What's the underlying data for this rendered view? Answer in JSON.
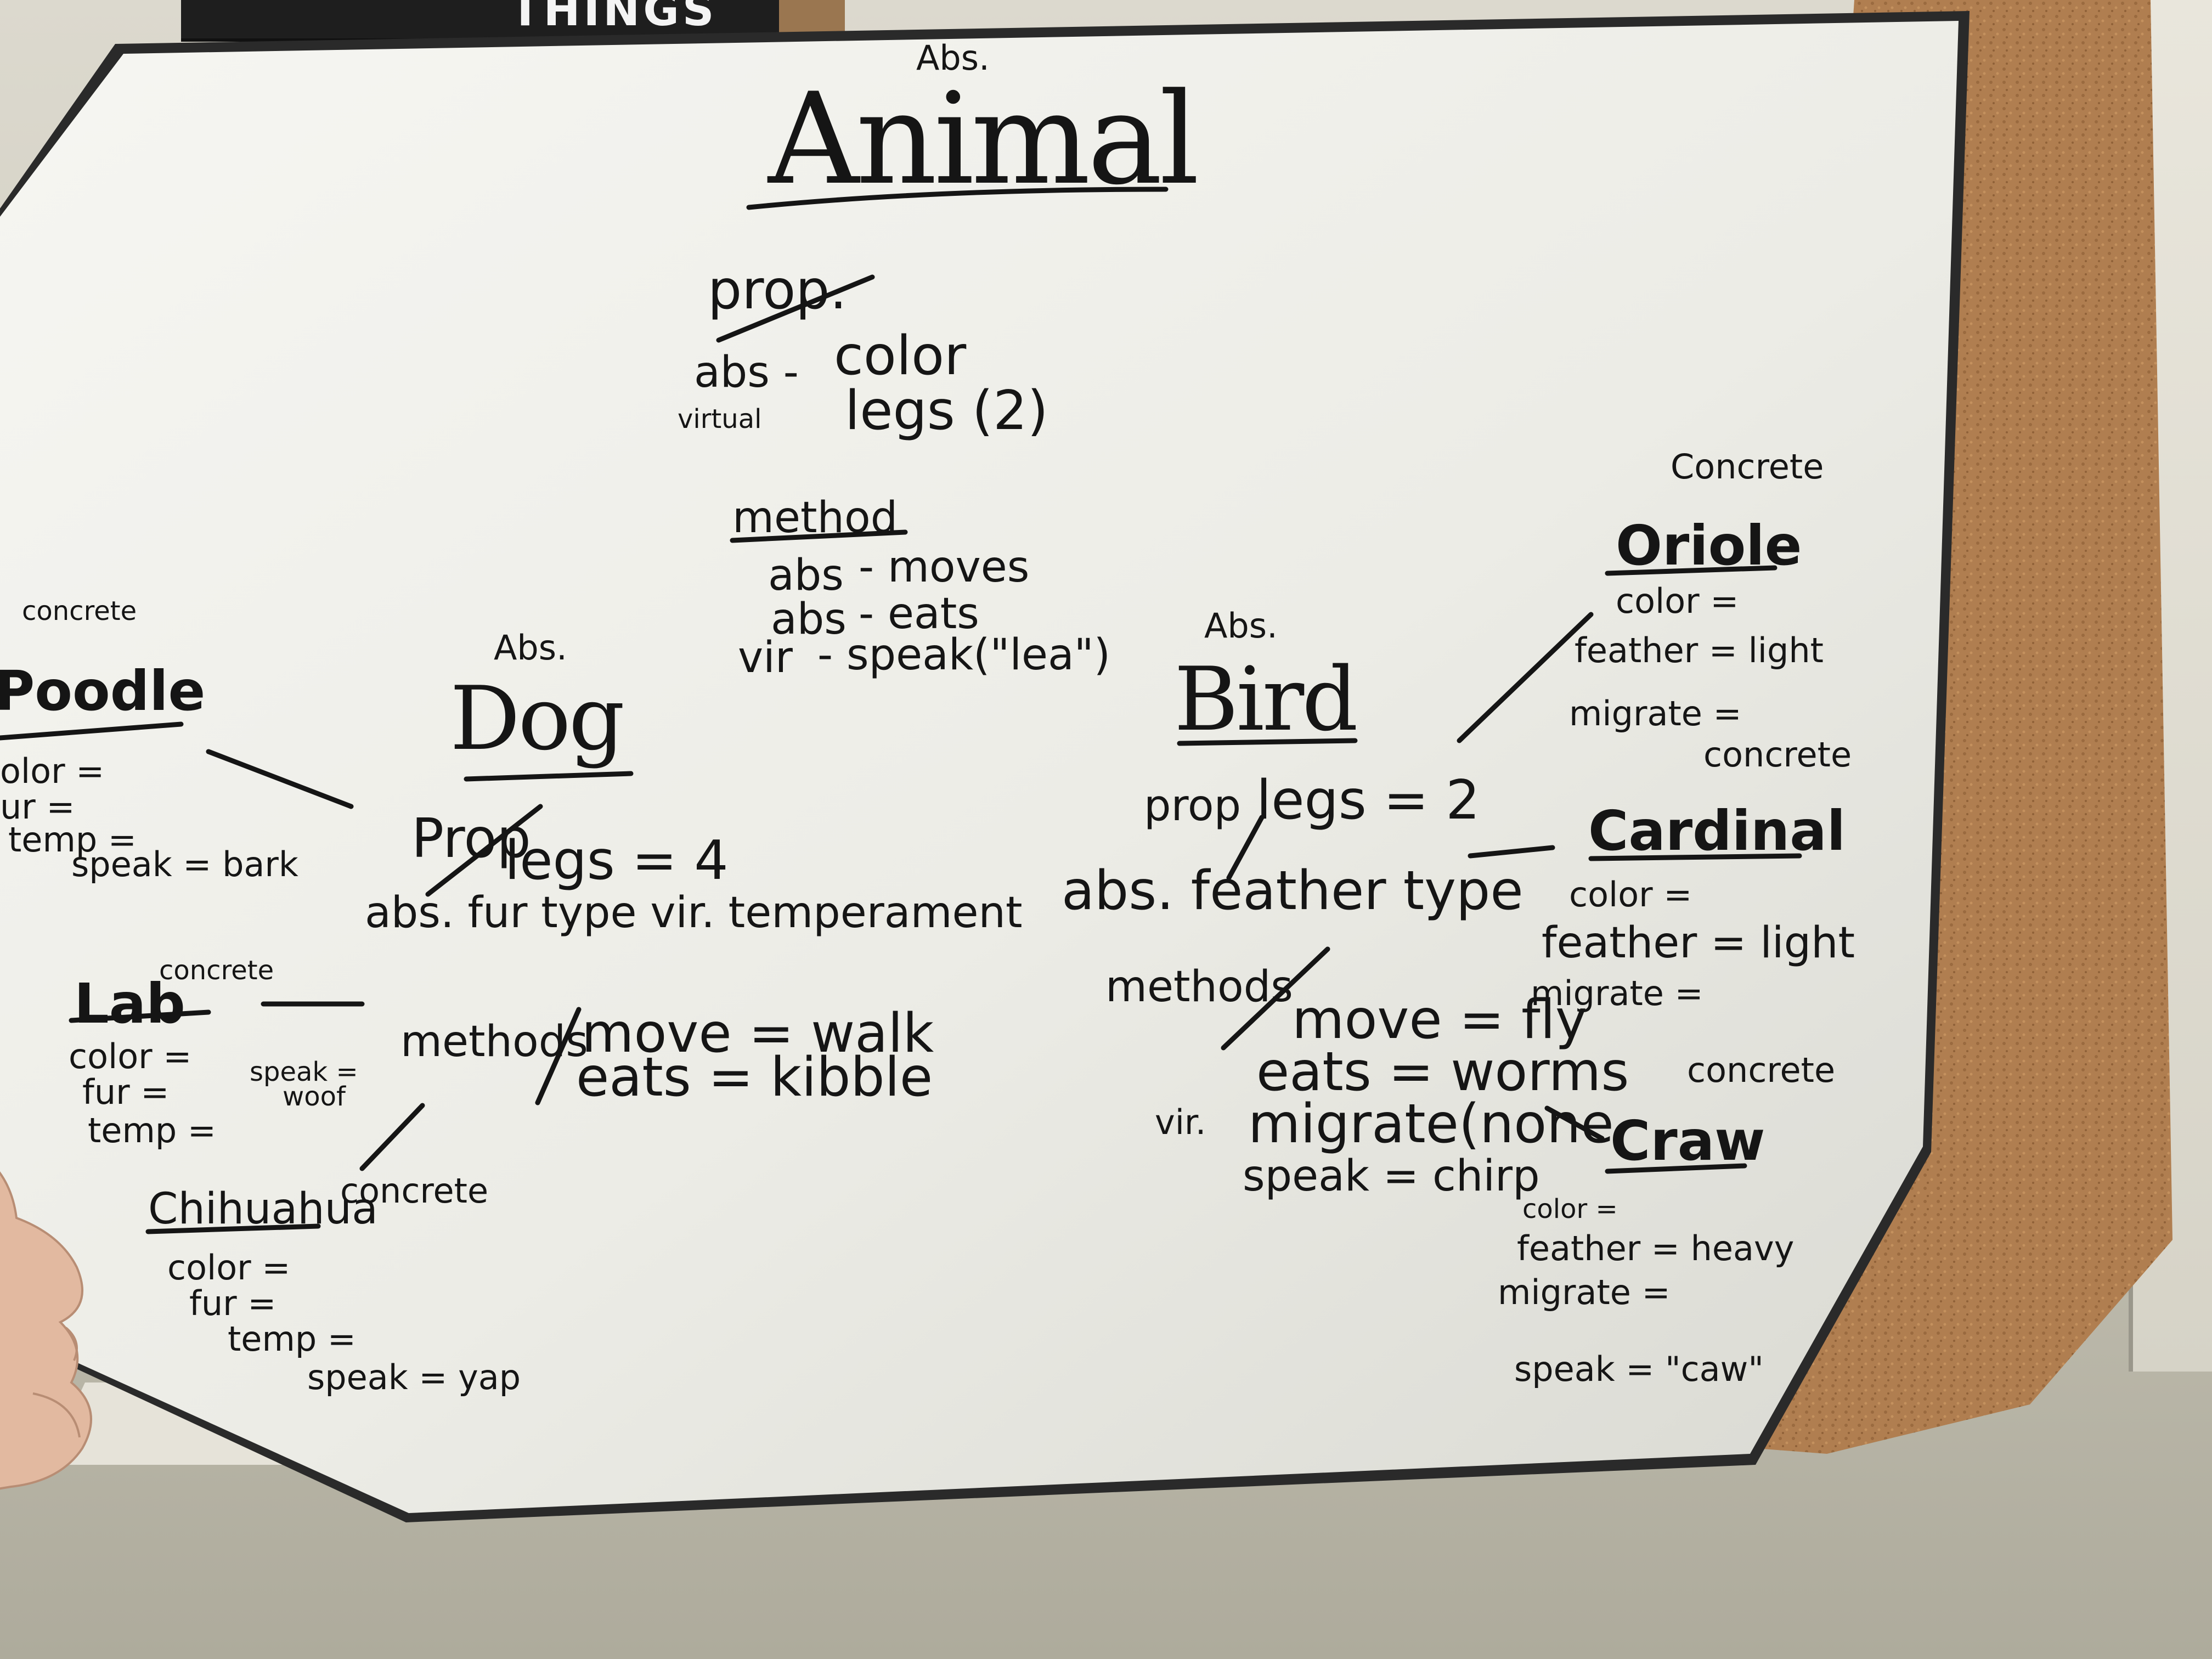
{
  "scene": {
    "letterboard_text": "THINGS"
  },
  "board": {
    "animal": {
      "abs_tag": "Abs.",
      "title": "Animal",
      "prop_label": "prop.",
      "props": [
        {
          "tag": "abs -",
          "text": "color"
        },
        {
          "tag": "virtual",
          "text": "legs (2)"
        }
      ],
      "method_label": "method",
      "methods": [
        {
          "tag": "abs",
          "text": "- moves"
        },
        {
          "tag": "abs",
          "text": "- eats"
        },
        {
          "tag": "vir",
          "text": "- speak(\"lea\")"
        }
      ]
    },
    "dog": {
      "abs_tag": "Abs.",
      "title": "Dog",
      "prop_label": "Prop",
      "legs": "legs = 4",
      "props_line": "abs. fur type  vir. temperament",
      "methods_label": "methods",
      "methods": [
        "move = walk",
        "eats = kibble"
      ]
    },
    "bird": {
      "abs_tag": "Abs.",
      "title": "Bird",
      "prop_label": "prop",
      "legs": "legs = 2",
      "props_line": "abs. feather type",
      "methods_label": "methods",
      "methods": [
        "move = fly",
        "eats = worms",
        "migrate(none",
        "speak = chirp"
      ],
      "vir_tag": "vir."
    },
    "poodle": {
      "tag": "concrete",
      "title": "Poodle",
      "lines": [
        "olor =",
        "ur =",
        "temp =",
        "speak = bark"
      ]
    },
    "lab": {
      "tag": "concrete",
      "title": "Lab",
      "lines": [
        "color =",
        "fur =",
        "temp ="
      ],
      "speak": [
        "speak =",
        "woof"
      ]
    },
    "chihuahua": {
      "tag": "concrete",
      "title": "Chihuahua",
      "lines": [
        "color =",
        "fur =",
        "temp =",
        "speak = yap"
      ]
    },
    "oriole": {
      "tag": "Concrete",
      "title": "Oriole",
      "lines": [
        "color =",
        "feather = light",
        "migrate ="
      ]
    },
    "cardinal": {
      "tag": "concrete",
      "title": "Cardinal",
      "lines": [
        "color =",
        "feather = light",
        "migrate ="
      ]
    },
    "crow": {
      "tag": "concrete",
      "title": "Craw",
      "lines": [
        "color =",
        "feather = heavy",
        "migrate =",
        "speak = \"caw\""
      ]
    }
  },
  "colors": {
    "ink": "#151515",
    "board_white": "#efefea",
    "cork": "#b07e50",
    "frame": "#2a2a2a"
  }
}
